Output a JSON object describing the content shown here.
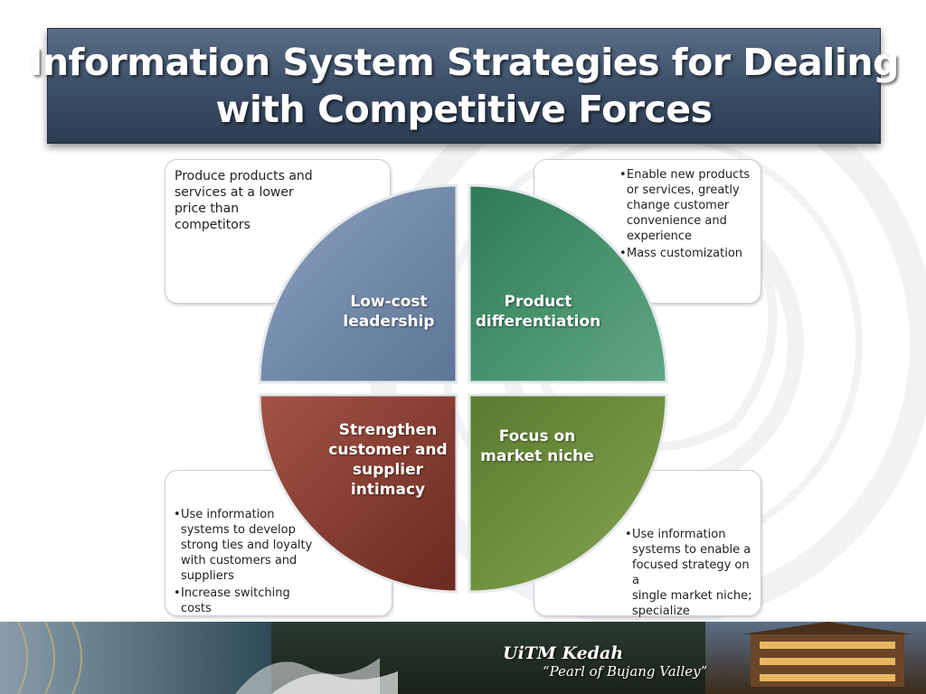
{
  "title": {
    "line1": "Information System Strategies for Dealing",
    "line2": "with Competitive Forces"
  },
  "quadrants": [
    {
      "position": "top-left",
      "label_lines": [
        "Low-cost",
        "leadership"
      ],
      "color": "#6f87a6",
      "description_lines": [
        "Produce products and",
        "services at a lower",
        "price than",
        "competitors"
      ]
    },
    {
      "position": "top-right",
      "label_lines": [
        "Product",
        "differentiation"
      ],
      "color": "#48926c",
      "bullets": [
        [
          "Enable new products",
          "or services, greatly",
          "change customer",
          "convenience and",
          "experience"
        ],
        [
          "Mass customization"
        ]
      ]
    },
    {
      "position": "bottom-left",
      "label_lines": [
        "Strengthen",
        "customer and",
        "supplier",
        "intimacy"
      ],
      "color": "#7a3328",
      "bullets": [
        [
          "Use information",
          "systems to develop",
          "strong ties and loyalty",
          "with customers and",
          "suppliers"
        ],
        [
          "Increase switching",
          "costs"
        ]
      ]
    },
    {
      "position": "bottom-right",
      "label_lines": [
        "Focus on",
        "market niche"
      ],
      "color": "#6a8a3a",
      "bullets": [
        [
          "Use information",
          "systems to enable a",
          "focused strategy on a",
          "single market niche;",
          "specialize"
        ]
      ]
    }
  ],
  "footer": {
    "brand": "UiTM Kedah",
    "tagline": "“Pearl of Bujang Valley”"
  },
  "colors": {
    "title_bar": "#3f526c",
    "box_border": "#c9ced3"
  }
}
